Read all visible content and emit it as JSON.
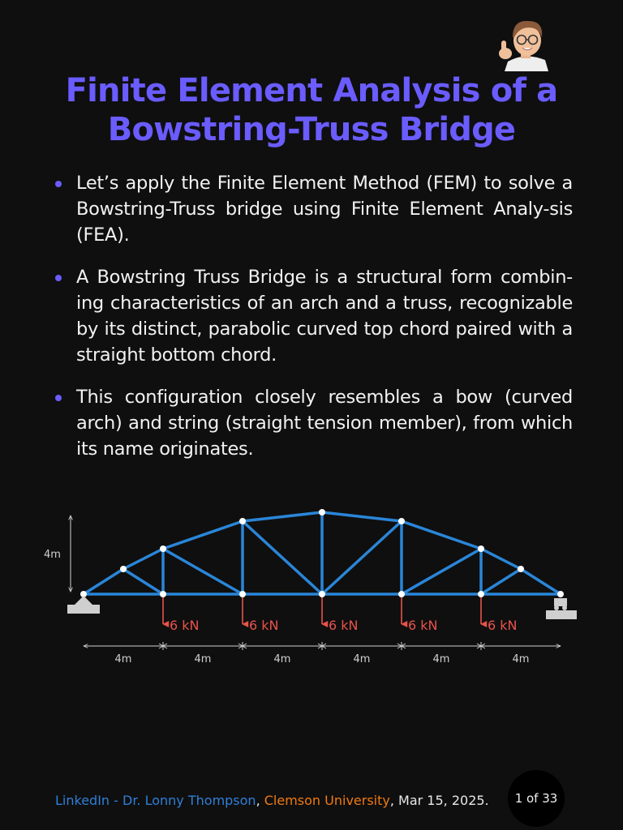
{
  "title": {
    "line1": "Finite Element Analysis of a",
    "line2": "Bowstring-Truss Bridge"
  },
  "bullets": [
    "Let’s apply the Finite Element Method (FEM) to solve a Bowstring-Truss bridge using Finite Element Analy-sis (FEA).",
    "A Bowstring Truss Bridge is a structural form combin-ing characteristics of an arch and a truss, recognizable by its distinct, parabolic curved top chord paired with a straight bottom chord.",
    "This configuration closely resembles a bow (curved arch) and string (straight tension member), from which its name originates."
  ],
  "diagram": {
    "height_label": "4m",
    "load_label": "6 kN",
    "span_labels": [
      "4m",
      "4m",
      "4m",
      "4m",
      "4m",
      "4m"
    ],
    "colors": {
      "member": "#2a86d8",
      "load": "#e8534a",
      "node": "#ffffff",
      "dimension": "#d0d0d0"
    }
  },
  "footer": {
    "linkedin": "LinkedIn  - Dr. Lonny Thompson",
    "sep1": ", ",
    "university": "Clemson University",
    "sep2": ",  ",
    "date": "Mar 15, 2025."
  },
  "pager": "1 of 33",
  "icons": {
    "avatar": "memoji-thumbs-up-avatar",
    "bullet": "bullet-dot-icon"
  }
}
